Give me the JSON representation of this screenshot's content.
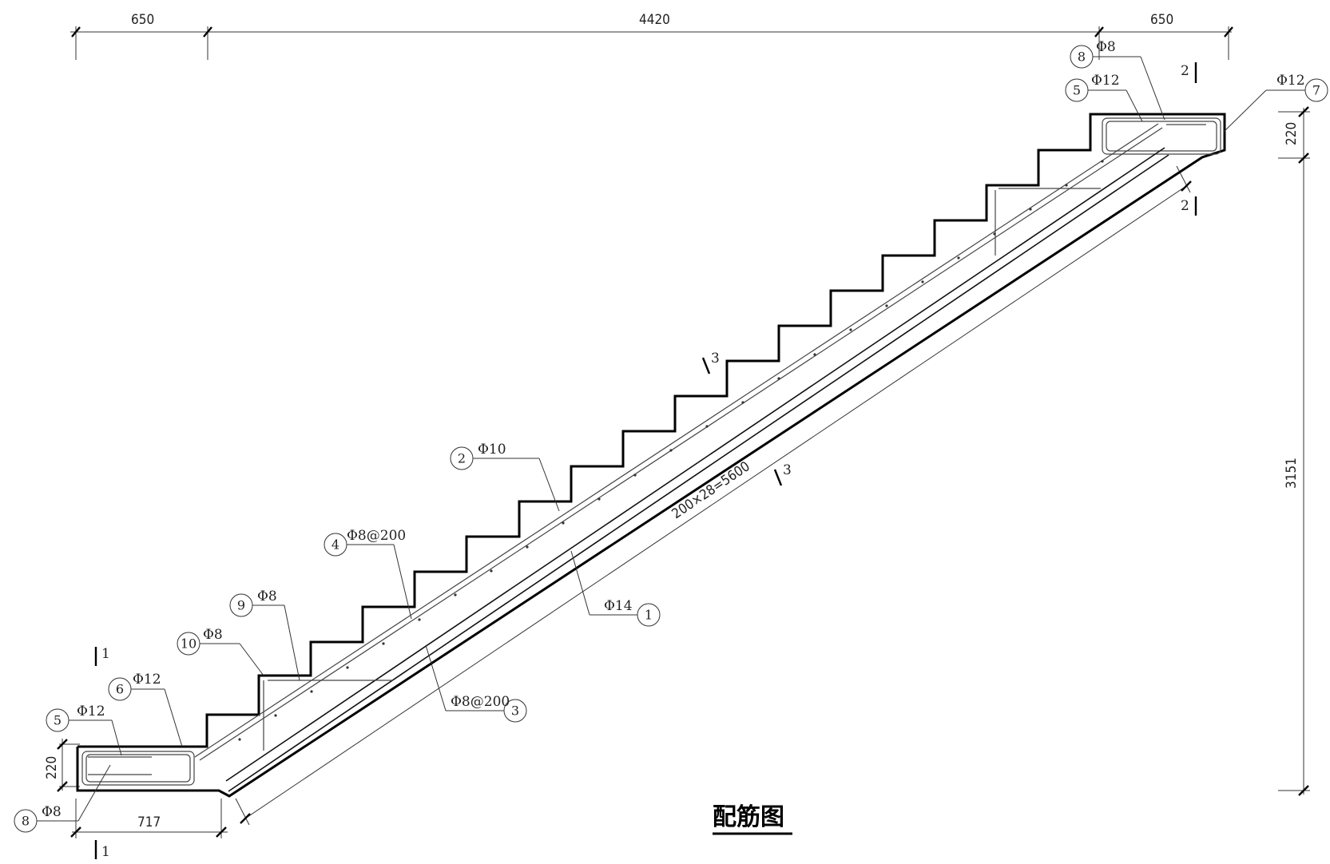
{
  "title": "配筋图",
  "dimensions": {
    "top_left": "650",
    "top_middle": "4420",
    "top_right": "650",
    "right_height": "3151",
    "right_slab": "220",
    "left_slab": "220",
    "bottom_landing": "717",
    "slope": "200×28=5600"
  },
  "sections": {
    "s1_top": "1",
    "s1_bottom": "1",
    "s2_top": "2",
    "s2_bottom": "2",
    "s3_a": "3",
    "s3_b": "3"
  },
  "callouts": [
    {
      "id": "1",
      "spec": "Φ14"
    },
    {
      "id": "2",
      "spec": "Φ10"
    },
    {
      "id": "3",
      "spec": "Φ8@200"
    },
    {
      "id": "4",
      "spec": "Φ8@200"
    },
    {
      "id": "5",
      "spec": "Φ12"
    },
    {
      "id": "5",
      "spec": "Φ12"
    },
    {
      "id": "6",
      "spec": "Φ12"
    },
    {
      "id": "7",
      "spec": "Φ12"
    },
    {
      "id": "8",
      "spec": "Φ8"
    },
    {
      "id": "8",
      "spec": "Φ8"
    },
    {
      "id": "9",
      "spec": "Φ8"
    },
    {
      "id": "10",
      "spec": "Φ8"
    }
  ]
}
